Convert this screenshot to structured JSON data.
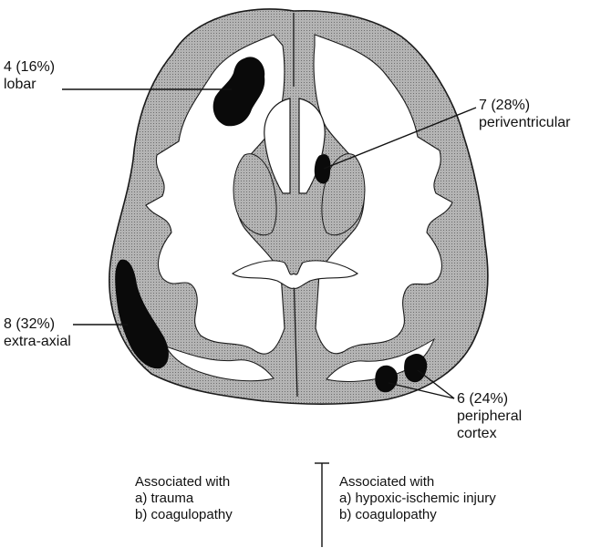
{
  "labels": {
    "lobar": {
      "count": "4 (16%)",
      "type": "lobar"
    },
    "periventricular": {
      "count": "7 (28%)",
      "type": "periventricular"
    },
    "extra_axial": {
      "count": "8 (32%)",
      "type": "extra-axial"
    },
    "peripheral_cortex": {
      "count": "6 (24%)",
      "line1": "peripheral",
      "line2": "cortex"
    }
  },
  "associations": {
    "left": {
      "heading": "Associated with",
      "items": [
        "a) trauma",
        "b) coagulopathy"
      ]
    },
    "right": {
      "heading": "Associated with",
      "items": [
        "a) hypoxic-ischemic injury",
        "b) coagulopathy"
      ]
    }
  },
  "colors": {
    "gray_matter": "#a9a9a9",
    "white_matter": "#ffffff",
    "hemorrhage": "#0a0a0a",
    "outline": "#1a1a1a"
  }
}
